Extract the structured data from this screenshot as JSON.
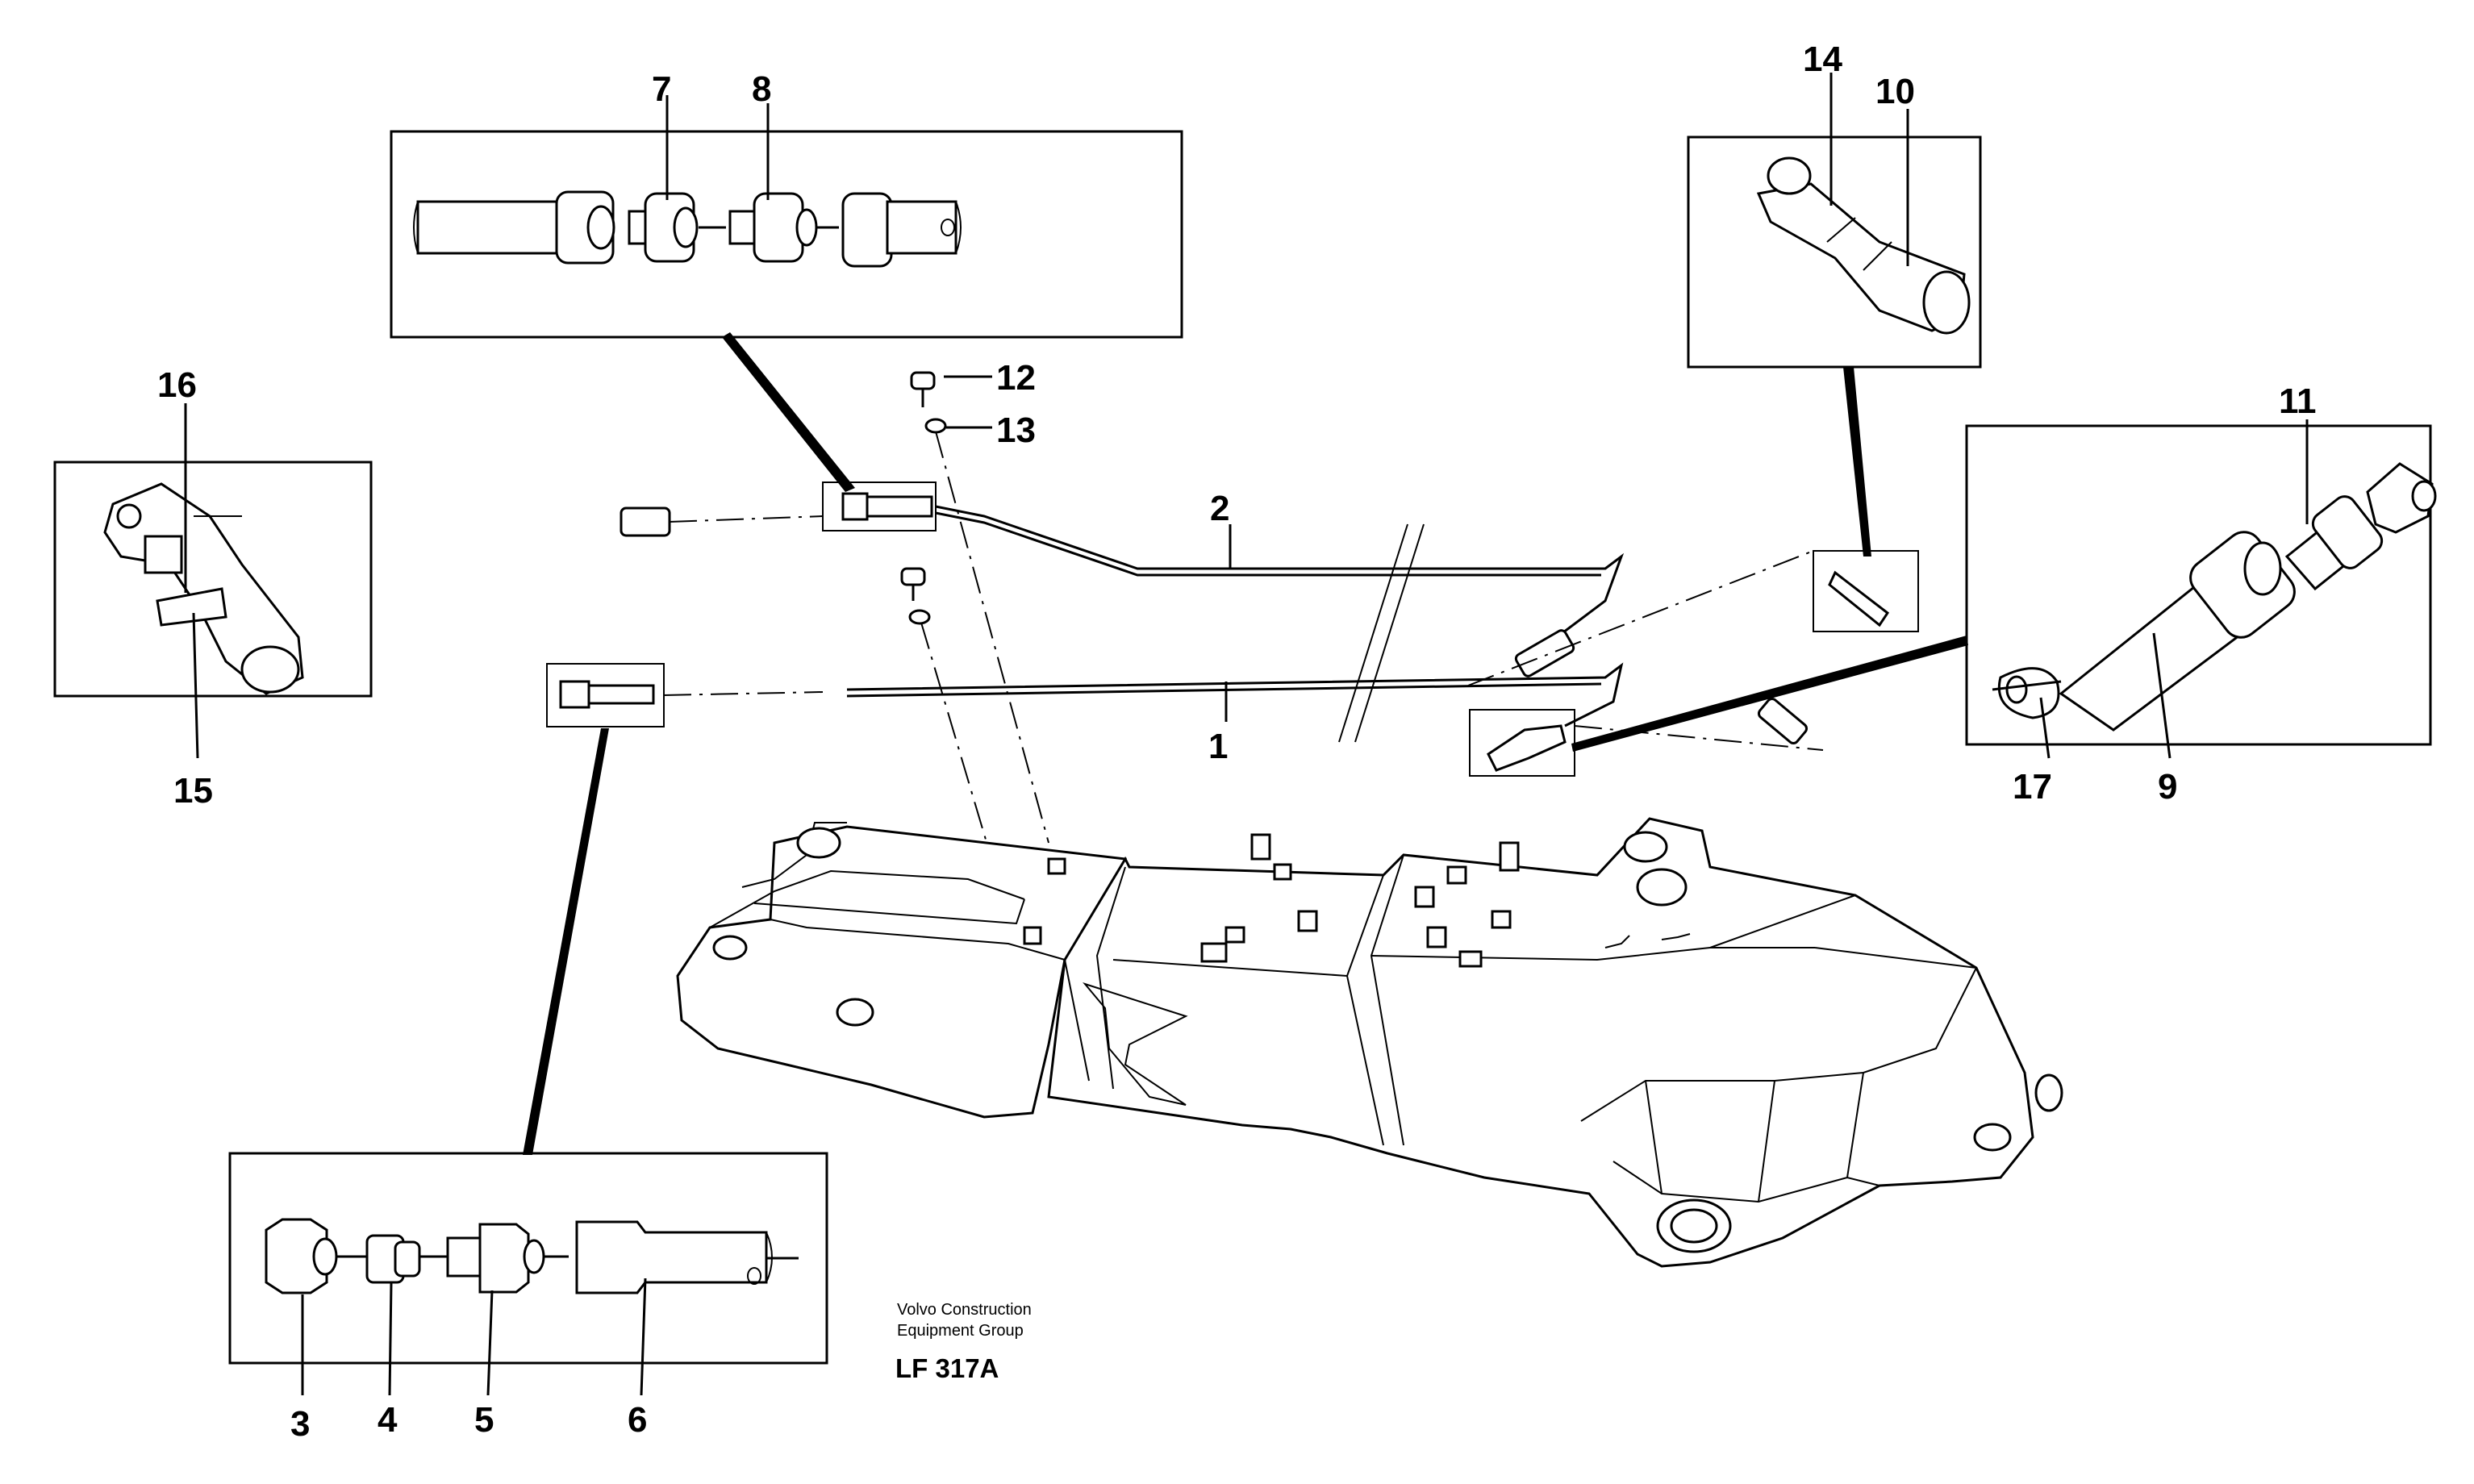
{
  "labels": {
    "p1": "1",
    "p2": "2",
    "p3": "3",
    "p4": "4",
    "p5": "5",
    "p6": "6",
    "p7": "7",
    "p8": "8",
    "p9": "9",
    "p10": "10",
    "p11": "11",
    "p12": "12",
    "p13": "13",
    "p14": "14",
    "p15": "15",
    "p16": "16",
    "p17": "17"
  },
  "caption": {
    "company_line1": "Volvo Construction",
    "company_line2": "Equipment Group",
    "code": "LF 317A"
  }
}
